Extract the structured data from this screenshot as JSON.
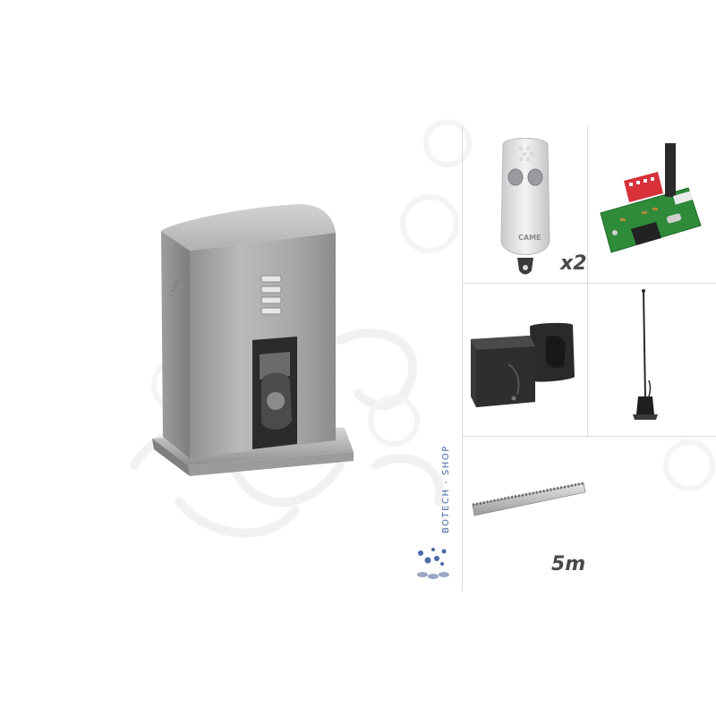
{
  "products": {
    "motor": {
      "icon": "gate-motor-icon"
    },
    "remote": {
      "icon": "remote-control-icon",
      "quantity": "x2"
    },
    "board": {
      "icon": "receiver-board-icon"
    },
    "photocells": {
      "icon": "photocell-pair-icon"
    },
    "antenna": {
      "icon": "antenna-icon"
    },
    "rack": {
      "icon": "gear-rack-icon",
      "length": "5m"
    }
  },
  "brand": {
    "name": "BOTECH - SHOP",
    "icon": "botech-logo-icon"
  },
  "colors": {
    "motor_body": "#a9a9ab",
    "grid_line": "#dcdcdc",
    "brand_blue": "#4a6aa8",
    "board_green": "#2f8a3a"
  }
}
